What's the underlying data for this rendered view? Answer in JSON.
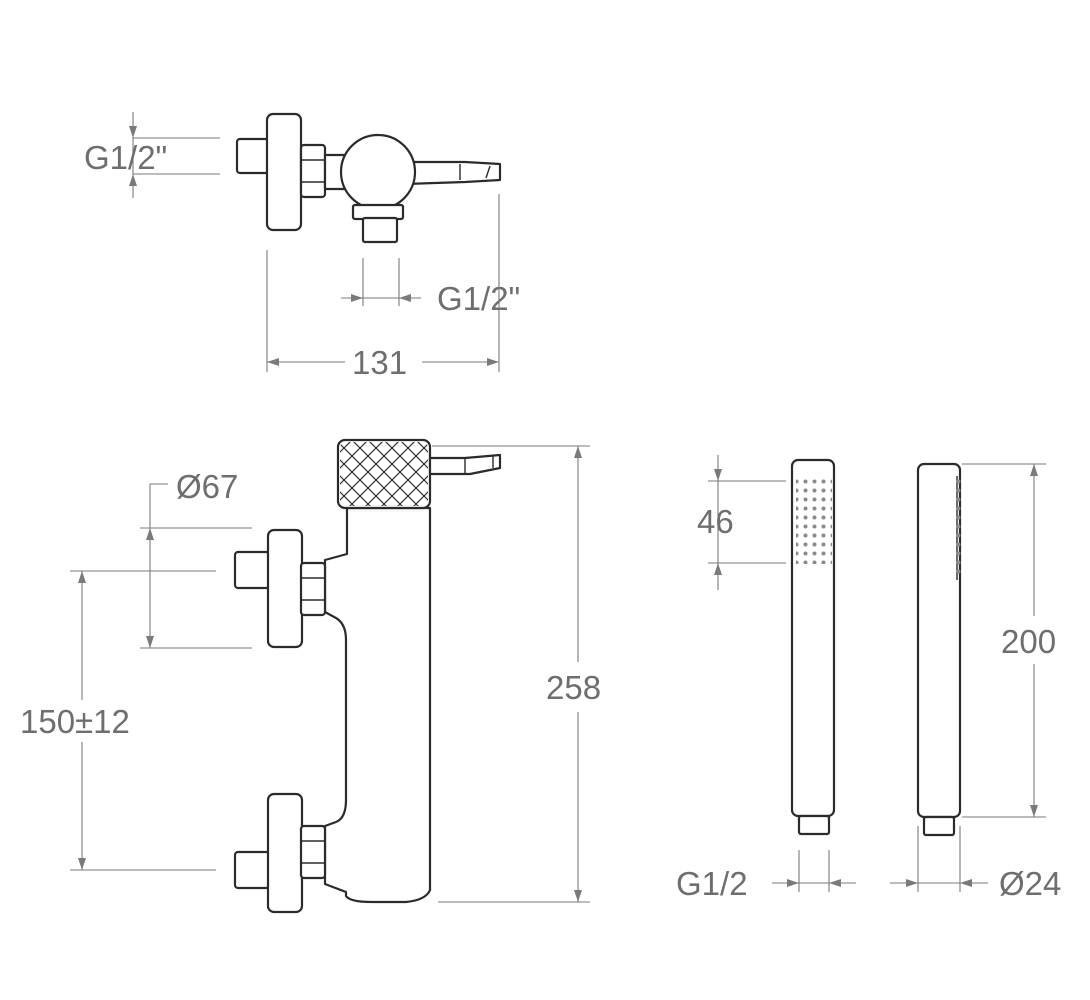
{
  "dimensions": {
    "top_inlet_thread": "G1/2\"",
    "top_outlet_thread": "G1/2\"",
    "top_width": "131",
    "eccentric_diameter": "Ø67",
    "inlet_spacing": "150±12",
    "mixer_height": "258",
    "spray_face_length": "46",
    "handshower_length": "200",
    "handshower_thread": "G1/2",
    "handshower_diameter": "Ø24"
  },
  "colors": {
    "line": "#2b2b2b",
    "dimension": "#7a7a7a",
    "text": "#6e6e6e",
    "background": "#ffffff"
  }
}
